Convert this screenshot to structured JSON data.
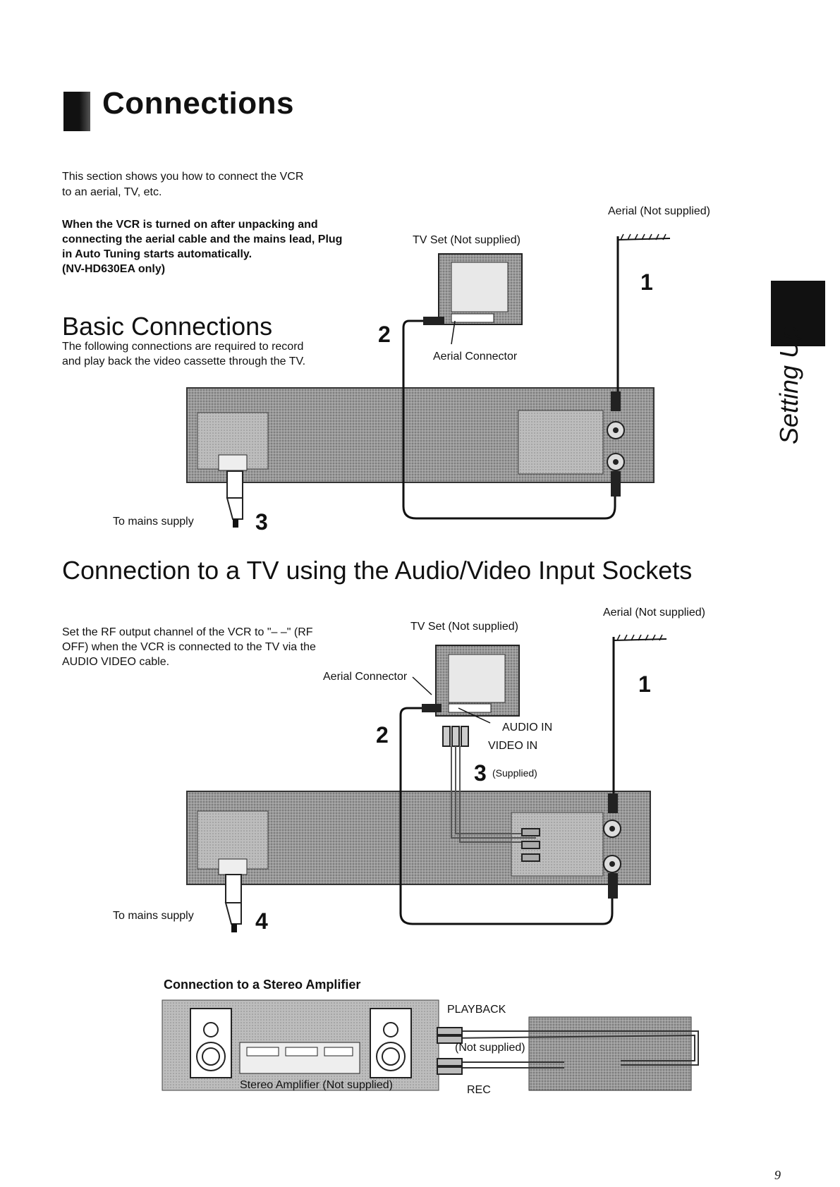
{
  "page": {
    "title": "Connections",
    "intro": "This section shows you how to connect the VCR to an aerial, TV, etc.",
    "auto_tuning_note": "When the VCR is turned on after unpacking and connecting the aerial cable and the mains lead, Plug in Auto Tuning starts automatically.",
    "model_note": "(NV-HD630EA only)",
    "side_tab_label": "Setting Up",
    "page_number": "9"
  },
  "basic": {
    "heading": "Basic Connections",
    "description": "The following connections are required to record and play back the video cassette through the TV.",
    "aerial_label": "Aerial (Not supplied)",
    "tv_label": "TV Set (Not supplied)",
    "aerial_connector_label": "Aerial Connector",
    "mains_label": "To mains supply",
    "step1": "1",
    "step2": "2",
    "step3": "3"
  },
  "av": {
    "heading": "Connection to a TV using the Audio/Video Input Sockets",
    "description": "Set the RF output channel of the VCR to \"– –\" (RF OFF) when the VCR is connected to the TV via the AUDIO VIDEO cable.",
    "aerial_label": "Aerial (Not supplied)",
    "tv_label": "TV Set (Not supplied)",
    "aerial_connector_label": "Aerial Connector",
    "audio_in_label": "AUDIO IN",
    "video_in_label": "VIDEO IN",
    "supplied_label": "(Supplied)",
    "mains_label": "To mains supply",
    "step1": "1",
    "step2": "2",
    "step3": "3",
    "step4": "4"
  },
  "stereo": {
    "heading": "Connection to a Stereo Amplifier",
    "playback_label": "PLAYBACK",
    "not_supplied_label": "(Not supplied)",
    "rec_label": "REC",
    "amp_label": "Stereo Amplifier (Not supplied)"
  }
}
